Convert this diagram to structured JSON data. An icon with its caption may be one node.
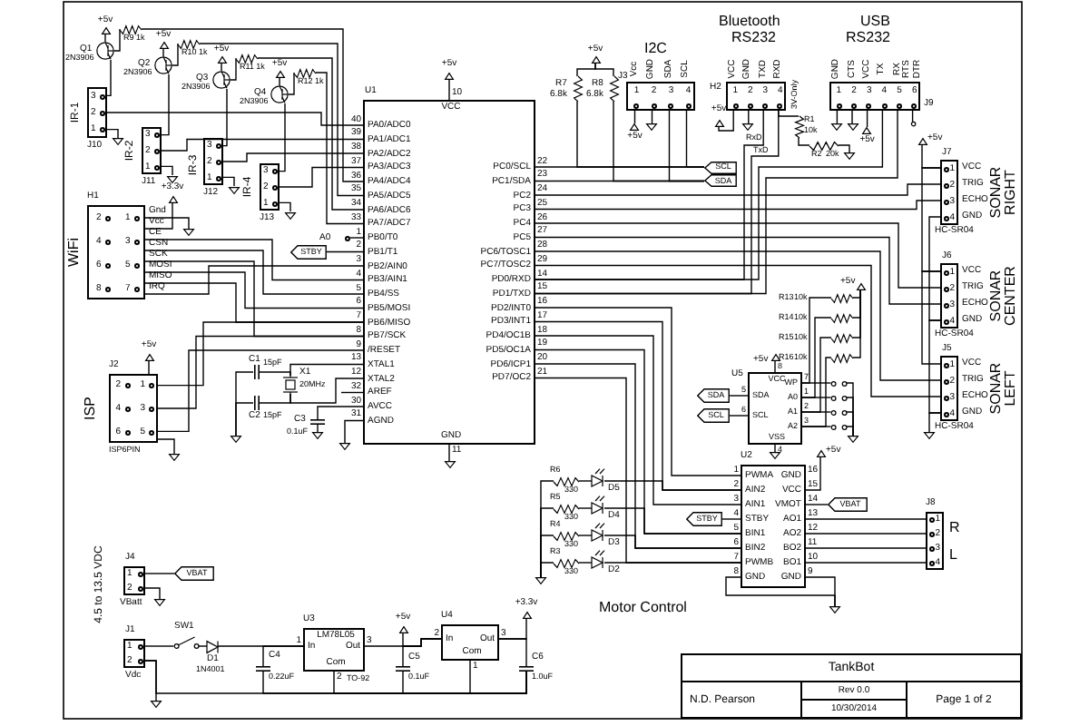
{
  "diagram": {
    "nodes": [
      {
        "text": [
          "3",
          "2",
          "1"
        ]
      },
      {
        "text": [
          "3",
          "2",
          "1"
        ]
      },
      {
        "text": [
          "3",
          "2",
          "1"
        ]
      },
      {
        "text": [
          "3",
          "2",
          "1"
        ]
      },
      {
        "text": [
          "2",
          "1",
          "4",
          "3",
          "6",
          "5",
          "8",
          "7"
        ]
      },
      {
        "text": [
          "A0"
        ]
      },
      {
        "text": [
          "STBY"
        ]
      },
      {
        "text": [
          "VCC",
          "PA0/ADC0",
          "PA1/ADC1",
          "PA2/ADC2",
          "PA3/ADC3",
          "PA4/ADC4",
          "PA5/ADC5",
          "PA6/ADC6",
          "PA7/ADC7",
          "PB0/T0",
          "PB1/T1",
          "PB2/AIN0",
          "PB3/AIN1",
          "PB4/SS",
          "PB5/MOSI",
          "PB6/MISO",
          "PB7/SCK",
          "/RESET",
          "XTAL1",
          "XTAL2",
          "AREF",
          "AVCC",
          "AGND",
          "PC0/SCL",
          "PC1/SDA",
          "PC2",
          "PC3",
          "PC4",
          "PC5",
          "PC6/TOSC1",
          "PC7/TOSC2",
          "PD0/RXD",
          "PD1/TXD",
          "PD2/INT0",
          "PD3/INT1",
          "PD4/OC1B",
          "PD5/OC1A",
          "PD6/ICP1",
          "PD7/OC2",
          "GND"
        ],
        "beside": [
          "10",
          "40",
          "39",
          "38",
          "37",
          "36",
          "35",
          "34",
          "33",
          "1",
          "2",
          "3",
          "4",
          "5",
          "6",
          "7",
          "8",
          "9",
          "13",
          "12",
          "32",
          "30",
          "31",
          "22",
          "23",
          "24",
          "25",
          "26",
          "27",
          "28",
          "29",
          "14",
          "15",
          "16",
          "17",
          "18",
          "19",
          "20",
          "21",
          "11"
        ]
      },
      {
        "text": [
          "1",
          "2",
          "3",
          "4"
        ]
      },
      {
        "text": [
          "SCL"
        ]
      },
      {
        "text": [
          "SDA"
        ]
      },
      {
        "text": [
          "1",
          "2",
          "3",
          "4"
        ]
      },
      {
        "text": [
          "1",
          "2",
          "3",
          "4",
          "5",
          "6"
        ]
      },
      {
        "text": [
          "1",
          "2",
          "3",
          "4"
        ]
      },
      {
        "text": [
          "1",
          "2",
          "3",
          "4"
        ]
      },
      {
        "text": [
          "1",
          "2",
          "3",
          "4"
        ]
      },
      {
        "text": [
          "SDA"
        ]
      },
      {
        "text": [
          "SCL"
        ]
      },
      {
        "text": [
          "VCC",
          "SDA",
          "SCL",
          "WP",
          "A0",
          "A1",
          "A2",
          "VSS"
        ],
        "beside": [
          "8",
          "5",
          "6",
          "7",
          "1",
          "2",
          "3",
          "4"
        ]
      },
      {
        "text": [
          "STBY"
        ]
      },
      {
        "text": [
          "PWMA",
          "AIN2",
          "AIN1",
          "STBY",
          "BIN1",
          "BIN2",
          "PWMB",
          "GND",
          "GND",
          "VCC",
          "VMOT",
          "AO1",
          "AO2",
          "BO2",
          "BO1",
          "GND"
        ],
        "beside": [
          "1",
          "2",
          "3",
          "4",
          "5",
          "6",
          "7",
          "8",
          "16",
          "15",
          "14",
          "13",
          "12",
          "11",
          "10",
          "9"
        ]
      },
      {
        "text": [
          "VBAT"
        ]
      },
      {
        "text": [
          "1",
          "2",
          "3",
          "4"
        ]
      },
      {
        "text": [
          "2",
          "1",
          "4",
          "3",
          "6",
          "5"
        ]
      },
      {
        "text": [
          "1",
          "2"
        ]
      },
      {
        "text": [
          "VBAT"
        ]
      },
      {
        "text": [
          "1",
          "2"
        ]
      },
      {
        "text": [
          "LM78L05",
          "In",
          "Out",
          "Com"
        ],
        "beside": [
          "1",
          "3",
          "2"
        ]
      },
      {
        "text": [
          "In",
          "Out",
          "Com"
        ],
        "beside": [
          "2",
          "3",
          "1"
        ]
      },
      {
        "text": [
          "TankBot",
          "N.D. Pearson",
          "Rev 0.0",
          "10/30/2014",
          "Page 1 of 2"
        ]
      },
      {
        "text": [],
        "shape": "transistor"
      },
      {
        "text": [],
        "shape": "transistor"
      },
      {
        "text": [],
        "shape": "transistor"
      },
      {
        "text": [],
        "shape": "transistor"
      },
      {
        "text": [],
        "shape": "resistor"
      },
      {
        "text": [],
        "shape": "resistor"
      },
      {
        "text": [],
        "shape": "resistor"
      },
      {
        "text": [],
        "shape": "resistor"
      },
      {
        "text": [],
        "shape": "arrow"
      },
      {
        "text": [],
        "shape": "arrow"
      },
      {
        "text": [],
        "shape": "arrow"
      },
      {
        "text": [],
        "shape": "arrow"
      },
      {
        "text": [],
        "shape": "ground"
      },
      {
        "text": [],
        "shape": "ground"
      },
      {
        "text": [],
        "shape": "ground"
      },
      {
        "text": [],
        "shape": "ground"
      },
      {
        "text": [],
        "shape": "ground"
      },
      {
        "text": [],
        "shape": "arrow"
      },
      {
        "text": [],
        "shape": "arrow"
      },
      {
        "text": [],
        "shape": "ground"
      },
      {
        "text": [],
        "shape": "capacitor"
      },
      {
        "text": [],
        "shape": "capacitor"
      },
      {
        "text": [],
        "shape": "crystal"
      },
      {
        "text": [],
        "shape": "ground"
      },
      {
        "text": [],
        "shape": "capacitor"
      },
      {
        "text": [],
        "shape": "ground"
      },
      {
        "text": [],
        "shape": "ground"
      },
      {
        "text": [],
        "shape": "arrow"
      },
      {
        "text": [],
        "shape": "ground"
      },
      {
        "text": [],
        "shape": "resistor"
      },
      {
        "text": [],
        "shape": "resistor"
      },
      {
        "text": [],
        "shape": "arrow"
      },
      {
        "text": [],
        "shape": "arrow"
      },
      {
        "text": [],
        "shape": "ground"
      },
      {
        "text": [],
        "shape": "arrow"
      },
      {
        "text": [],
        "shape": "ground"
      },
      {
        "text": [],
        "shape": "resistor"
      },
      {
        "text": [],
        "shape": "resistor"
      },
      {
        "text": [],
        "shape": "ground"
      },
      {
        "text": [],
        "shape": "ground"
      },
      {
        "text": [],
        "shape": "ground"
      },
      {
        "text": [],
        "shape": "arrow"
      },
      {
        "text": [],
        "shape": "circle"
      },
      {
        "text": [],
        "shape": "arrow"
      },
      {
        "text": [],
        "shape": "ground"
      },
      {
        "text": [],
        "shape": "arrow"
      },
      {
        "text": [],
        "shape": "ground"
      },
      {
        "text": [],
        "shape": "resistor"
      },
      {
        "text": [],
        "shape": "resistor"
      },
      {
        "text": [],
        "shape": "resistor"
      },
      {
        "text": [],
        "shape": "resistor"
      },
      {
        "text": [],
        "shape": "arrow"
      },
      {
        "text": [],
        "shape": "jumper"
      },
      {
        "text": [],
        "shape": "jumper"
      },
      {
        "text": [],
        "shape": "jumper"
      },
      {
        "text": [],
        "shape": "jumper"
      },
      {
        "text": [],
        "shape": "ground"
      },
      {
        "text": [],
        "shape": "arrow"
      },
      {
        "text": [],
        "shape": "ground"
      },
      {
        "text": [],
        "shape": "resistor"
      },
      {
        "text": [],
        "shape": "resistor"
      },
      {
        "text": [],
        "shape": "resistor"
      },
      {
        "text": [],
        "shape": "resistor"
      },
      {
        "text": [],
        "shape": "led"
      },
      {
        "text": [],
        "shape": "led"
      },
      {
        "text": [],
        "shape": "led"
      },
      {
        "text": [],
        "shape": "led"
      },
      {
        "text": [],
        "shape": "ground"
      },
      {
        "text": [],
        "shape": "switch"
      },
      {
        "text": [],
        "shape": "diode"
      },
      {
        "text": [],
        "shape": "capacitor"
      },
      {
        "text": [],
        "shape": "capacitor"
      },
      {
        "text": [],
        "shape": "capacitor"
      },
      {
        "text": [],
        "shape": "arrow"
      },
      {
        "text": [],
        "shape": "arrow"
      },
      {
        "text": [],
        "shape": "ground"
      },
      {
        "text": [],
        "shape": "ground"
      }
    ],
    "edges": [
      {
        "from": 0,
        "to": 7,
        "arrow": "none"
      },
      {
        "from": 1,
        "to": 7,
        "arrow": "none"
      },
      {
        "from": 2,
        "to": 7,
        "arrow": "none"
      },
      {
        "from": 3,
        "to": 7,
        "arrow": "none"
      },
      {
        "from": 34,
        "to": 7,
        "arrow": "none"
      },
      {
        "from": 35,
        "to": 7,
        "arrow": "none"
      },
      {
        "from": 36,
        "to": 7,
        "arrow": "none"
      },
      {
        "from": 37,
        "to": 7,
        "arrow": "none"
      },
      {
        "from": 30,
        "to": 0,
        "arrow": "none"
      },
      {
        "from": 31,
        "to": 1,
        "arrow": "none"
      },
      {
        "from": 32,
        "to": 2,
        "arrow": "none"
      },
      {
        "from": 33,
        "to": 3,
        "arrow": "none"
      },
      {
        "from": 0,
        "to": 42,
        "arrow": "none"
      },
      {
        "from": 1,
        "to": 43,
        "arrow": "none"
      },
      {
        "from": 2,
        "to": 44,
        "arrow": "none"
      },
      {
        "from": 3,
        "to": 45,
        "arrow": "none"
      },
      {
        "from": 30,
        "to": 34,
        "arrow": "none"
      },
      {
        "from": 31,
        "to": 35,
        "arrow": "none"
      },
      {
        "from": 32,
        "to": 36,
        "arrow": "none"
      },
      {
        "from": 33,
        "to": 37,
        "arrow": "none"
      },
      {
        "from": 30,
        "to": 38,
        "arrow": "none"
      },
      {
        "from": 31,
        "to": 39,
        "arrow": "none"
      },
      {
        "from": 32,
        "to": 40,
        "arrow": "none"
      },
      {
        "from": 33,
        "to": 41,
        "arrow": "none"
      },
      {
        "from": 4,
        "to": 7,
        "arrow": "none"
      },
      {
        "from": 4,
        "to": 7,
        "arrow": "none"
      },
      {
        "from": 4,
        "to": 7,
        "arrow": "none"
      },
      {
        "from": 4,
        "to": 7,
        "arrow": "none"
      },
      {
        "from": 4,
        "to": 7,
        "arrow": "none"
      },
      {
        "from": 4,
        "to": 7,
        "arrow": "none"
      },
      {
        "from": 4,
        "to": 46,
        "arrow": "none"
      },
      {
        "from": 4,
        "to": 47,
        "arrow": "none"
      },
      {
        "from": 5,
        "to": 7,
        "arrow": "none"
      },
      {
        "from": 6,
        "to": 7,
        "arrow": "none"
      },
      {
        "from": 23,
        "to": 7,
        "arrow": "none"
      },
      {
        "from": 23,
        "to": 7,
        "arrow": "none"
      },
      {
        "from": 23,
        "to": 7,
        "arrow": "none"
      },
      {
        "from": 23,
        "to": 48,
        "arrow": "none"
      },
      {
        "from": 23,
        "to": 49,
        "arrow": "none"
      },
      {
        "from": 52,
        "to": 7,
        "arrow": "none"
      },
      {
        "from": 52,
        "to": 7,
        "arrow": "none"
      },
      {
        "from": 50,
        "to": 53,
        "arrow": "none"
      },
      {
        "from": 51,
        "to": 53,
        "arrow": "none"
      },
      {
        "from": 50,
        "to": 52,
        "arrow": "none"
      },
      {
        "from": 51,
        "to": 52,
        "arrow": "none"
      },
      {
        "from": null,
        "to": 7,
        "arrow": "none"
      },
      {
        "from": 54,
        "to": 7,
        "arrow": "none"
      },
      {
        "from": 54,
        "to": 55,
        "arrow": "none"
      },
      {
        "from": 7,
        "to": 56,
        "arrow": "none"
      },
      {
        "from": 7,
        "to": 57,
        "arrow": "none"
      },
      {
        "from": 7,
        "to": 58,
        "arrow": "none"
      },
      {
        "from": 7,
        "to": 9,
        "arrow": "none"
      },
      {
        "from": 7,
        "to": 10,
        "arrow": "none"
      },
      {
        "from": 8,
        "to": 9,
        "arrow": "none"
      },
      {
        "from": 8,
        "to": 10,
        "arrow": "none"
      },
      {
        "from": 8,
        "to": 62,
        "arrow": "none"
      },
      {
        "from": 8,
        "to": 63,
        "arrow": "none"
      },
      {
        "from": 59,
        "to": 9,
        "arrow": "none"
      },
      {
        "from": 60,
        "to": 10,
        "arrow": "none"
      },
      {
        "from": 61,
        "to": 59,
        "arrow": "none"
      },
      {
        "from": 61,
        "to": 60,
        "arrow": "none"
      },
      {
        "from": 7,
        "to": 13,
        "arrow": "none"
      },
      {
        "from": 7,
        "to": 13,
        "arrow": "none"
      },
      {
        "from": 7,
        "to": 14,
        "arrow": "none"
      },
      {
        "from": 7,
        "to": 14,
        "arrow": "none"
      },
      {
        "from": 7,
        "to": 15,
        "arrow": "none"
      },
      {
        "from": 7,
        "to": 15,
        "arrow": "none"
      },
      {
        "from": 11,
        "to": 7,
        "arrow": "none"
      },
      {
        "from": 11,
        "to": 7,
        "arrow": "none"
      },
      {
        "from": 12,
        "to": 7,
        "arrow": "none"
      },
      {
        "from": 12,
        "to": 7,
        "arrow": "none"
      },
      {
        "from": 11,
        "to": 64,
        "arrow": "none"
      },
      {
        "from": 11,
        "to": 65,
        "arrow": "none"
      },
      {
        "from": 66,
        "to": 11,
        "arrow": "none"
      },
      {
        "from": 66,
        "to": 67,
        "arrow": "none"
      },
      {
        "from": 67,
        "to": 68,
        "arrow": "none"
      },
      {
        "from": 12,
        "to": 69,
        "arrow": "none"
      },
      {
        "from": 12,
        "to": 70,
        "arrow": "none"
      },
      {
        "from": 12,
        "to": 71,
        "arrow": "none"
      },
      {
        "from": 12,
        "to": 72,
        "arrow": "none"
      },
      {
        "from": 13,
        "to": 73,
        "arrow": "none"
      },
      {
        "from": 14,
        "to": 13,
        "arrow": "none"
      },
      {
        "from": 15,
        "to": 14,
        "arrow": "none"
      },
      {
        "from": 13,
        "to": 14,
        "arrow": "none"
      },
      {
        "from": 14,
        "to": 15,
        "arrow": "none"
      },
      {
        "from": 15,
        "to": 74,
        "arrow": "none"
      },
      {
        "from": 16,
        "to": 18,
        "arrow": "none"
      },
      {
        "from": 17,
        "to": 18,
        "arrow": "none"
      },
      {
        "from": 18,
        "to": 75,
        "arrow": "none"
      },
      {
        "from": 18,
        "to": 76,
        "arrow": "none"
      },
      {
        "from": 18,
        "to": 82,
        "arrow": "none"
      },
      {
        "from": 18,
        "to": 83,
        "arrow": "none"
      },
      {
        "from": 18,
        "to": 84,
        "arrow": "none"
      },
      {
        "from": 18,
        "to": 85,
        "arrow": "none"
      },
      {
        "from": 82,
        "to": 86,
        "arrow": "none"
      },
      {
        "from": 83,
        "to": 86,
        "arrow": "none"
      },
      {
        "from": 84,
        "to": 86,
        "arrow": "none"
      },
      {
        "from": 85,
        "to": 86,
        "arrow": "none"
      },
      {
        "from": 77,
        "to": 18,
        "arrow": "none"
      },
      {
        "from": 78,
        "to": 18,
        "arrow": "none"
      },
      {
        "from": 79,
        "to": 18,
        "arrow": "none"
      },
      {
        "from": 80,
        "to": 18,
        "arrow": "none"
      },
      {
        "from": 77,
        "to": 81,
        "arrow": "none"
      },
      {
        "from": 78,
        "to": 81,
        "arrow": "none"
      },
      {
        "from": 79,
        "to": 81,
        "arrow": "none"
      },
      {
        "from": 80,
        "to": 81,
        "arrow": "none"
      },
      {
        "from": 19,
        "to": 20,
        "arrow": "none"
      },
      {
        "from": 21,
        "to": 20,
        "arrow": "none"
      },
      {
        "from": 20,
        "to": 87,
        "arrow": "none"
      },
      {
        "from": 20,
        "to": 88,
        "arrow": "none"
      },
      {
        "from": 20,
        "to": 88,
        "arrow": "none"
      },
      {
        "from": 20,
        "to": 22,
        "arrow": "none"
      },
      {
        "from": 20,
        "to": 22,
        "arrow": "none"
      },
      {
        "from": 20,
        "to": 22,
        "arrow": "none"
      },
      {
        "from": 20,
        "to": 22,
        "arrow": "none"
      },
      {
        "from": 7,
        "to": 20,
        "arrow": "none"
      },
      {
        "from": 7,
        "to": 20,
        "arrow": "none"
      },
      {
        "from": 7,
        "to": 20,
        "arrow": "none"
      },
      {
        "from": 7,
        "to": 20,
        "arrow": "none"
      },
      {
        "from": 7,
        "to": 20,
        "arrow": "none"
      },
      {
        "from": 7,
        "to": 20,
        "arrow": "none"
      },
      {
        "from": 93,
        "to": 20,
        "arrow": "none"
      },
      {
        "from": 94,
        "to": 20,
        "arrow": "none"
      },
      {
        "from": 95,
        "to": 20,
        "arrow": "none"
      },
      {
        "from": 96,
        "to": 20,
        "arrow": "none"
      },
      {
        "from": 89,
        "to": 93,
        "arrow": "none"
      },
      {
        "from": 90,
        "to": 94,
        "arrow": "none"
      },
      {
        "from": 91,
        "to": 95,
        "arrow": "none"
      },
      {
        "from": 92,
        "to": 96,
        "arrow": "none"
      },
      {
        "from": 89,
        "to": 97,
        "arrow": "none"
      },
      {
        "from": 90,
        "to": 97,
        "arrow": "none"
      },
      {
        "from": 91,
        "to": 97,
        "arrow": "none"
      },
      {
        "from": 92,
        "to": 97,
        "arrow": "none"
      },
      {
        "from": 24,
        "to": 25,
        "arrow": "none"
      },
      {
        "from": 24,
        "to": 106,
        "arrow": "none"
      },
      {
        "from": 26,
        "to": 98,
        "arrow": "none"
      },
      {
        "from": 98,
        "to": 99,
        "arrow": "none"
      },
      {
        "from": 99,
        "to": 27,
        "arrow": "none"
      },
      {
        "from": 100,
        "to": 27,
        "arrow": "none"
      },
      {
        "from": 100,
        "to": 102,
        "arrow": "none"
      },
      {
        "from": 27,
        "to": 28,
        "arrow": "none"
      },
      {
        "from": 101,
        "to": 28,
        "arrow": "none"
      },
      {
        "from": 101,
        "to": 102,
        "arrow": "none"
      },
      {
        "from": 103,
        "to": 28,
        "arrow": "none"
      },
      {
        "from": 27,
        "to": 102,
        "arrow": "none"
      },
      {
        "from": 28,
        "to": 102,
        "arrow": "none"
      },
      {
        "from": 28,
        "to": 104,
        "arrow": "none"
      },
      {
        "from": 102,
        "to": 28,
        "arrow": "none"
      },
      {
        "from": 26,
        "to": 105,
        "arrow": "none"
      },
      {
        "from": 26,
        "to": 102,
        "arrow": "none"
      }
    ],
    "labels": [
      "+5v",
      "R9 1k",
      "Q1",
      "2N3906",
      "+5v",
      "R10 1k",
      "Q2",
      "2N3906",
      "+5v",
      "R11 1k",
      "Q3",
      "2N3906",
      "+5v",
      "R12 1k",
      "Q4",
      "2N3906",
      "IR-1",
      "J10",
      "IR-2",
      "J11",
      "IR-3",
      "J12",
      "IR-4",
      "J13",
      "+3.3v",
      "H1",
      "WiFi",
      "Gnd",
      "Vcc",
      "CE",
      "CSN",
      "SCK",
      "MOSI",
      "MISO",
      "IRQ",
      "J2",
      "+5v",
      "ISP",
      "ISP6PIN",
      "C1",
      "15pF",
      "X1",
      "20MHz",
      "C2",
      "15pF",
      "C3",
      "0.1uF",
      "+5v",
      "U1",
      "+5v",
      "R7",
      "6.8k",
      "R8",
      "6.8k",
      "I2C",
      "Vcc",
      "GND",
      "SDA",
      "SCL",
      "J3",
      "+5v",
      "Bluetooth",
      "RS232",
      "VCC",
      "GND",
      "TXD",
      "RXD",
      "3V-Only",
      "H2",
      "+5v",
      "R1",
      "10k",
      "R2",
      "20k",
      "RxD",
      "TxD",
      "USB",
      "RS232",
      "GND",
      "CTS",
      "VCC",
      "TX",
      "RX",
      "RTS",
      "DTR",
      "J9",
      "+5v",
      "+5v",
      "J7",
      "VCC",
      "TRIG",
      "ECHO",
      "GND",
      "HC-SR04",
      "SONAR RIGHT",
      "J6",
      "VCC",
      "TRIG",
      "ECHO",
      "GND",
      "HC-SR04",
      "SONAR CENTER",
      "R13",
      "10k",
      "R14",
      "10k",
      "R15",
      "10k",
      "R16",
      "10k",
      "+5v",
      "U5",
      "+5v",
      "J5",
      "VCC",
      "TRIG",
      "ECHO",
      "GND",
      "HC-SR04",
      "SONAR LEFT",
      "U2",
      "+5v",
      "R6",
      "330",
      "D5",
      "R5",
      "330",
      "D4",
      "R4",
      "330",
      "D3",
      "R3",
      "330",
      "D2",
      "Motor Control",
      "R",
      "L",
      "J8",
      "J4",
      "VBatt",
      "4.5 to 13.5 VDC",
      "J1",
      "Vdc",
      "SW1",
      "D1",
      "1N4001",
      "C4",
      "0.22uF",
      "U3",
      "TO-92",
      "+5v",
      "C5",
      "0.1uF",
      "U4",
      "+3.3v",
      "C6",
      "1.0uF"
    ]
  }
}
